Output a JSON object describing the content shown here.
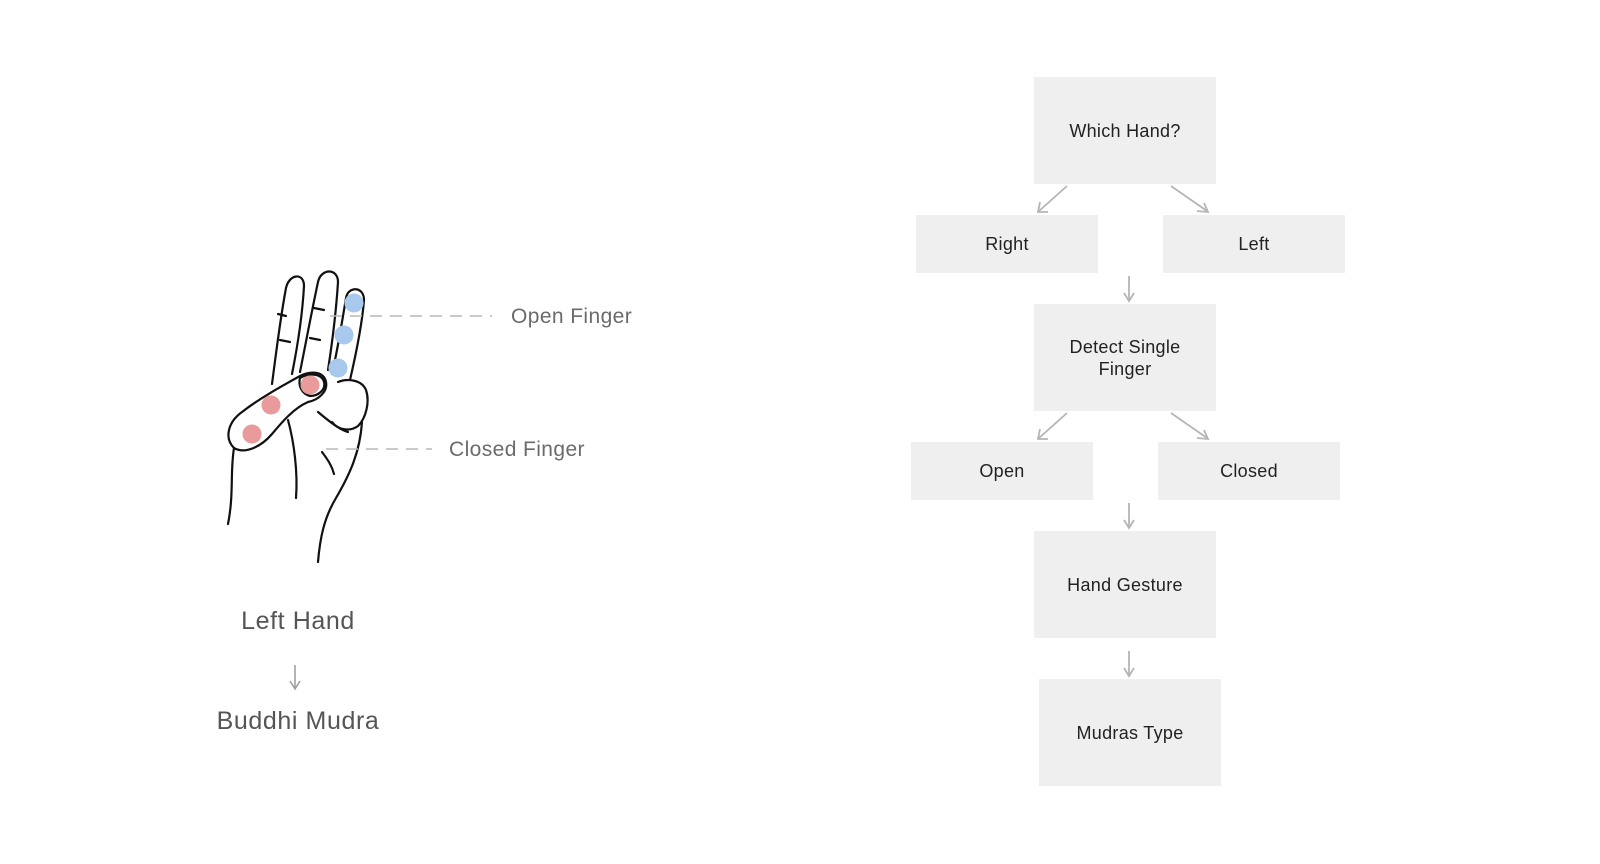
{
  "illustration": {
    "open_label": "Open Finger",
    "closed_label": "Closed Finger",
    "hand_label": "Left Hand",
    "mudra_label": "Buddhi Mudra",
    "colors": {
      "open_dot": "#a9c8ee",
      "closed_dot": "#e99a9a",
      "outline": "#111111",
      "callout": "#b9b9b9"
    }
  },
  "flowchart": {
    "which_hand": "Which Hand?",
    "right": "Right",
    "left": "Left",
    "detect_line1": "Detect Single",
    "detect_line2": "Finger",
    "open": "Open",
    "closed": "Closed",
    "hand_gesture": "Hand Gesture",
    "mudras_type": "Mudras Type",
    "colors": {
      "box_fill": "#efefef",
      "arrow": "#b5b5b5"
    }
  }
}
